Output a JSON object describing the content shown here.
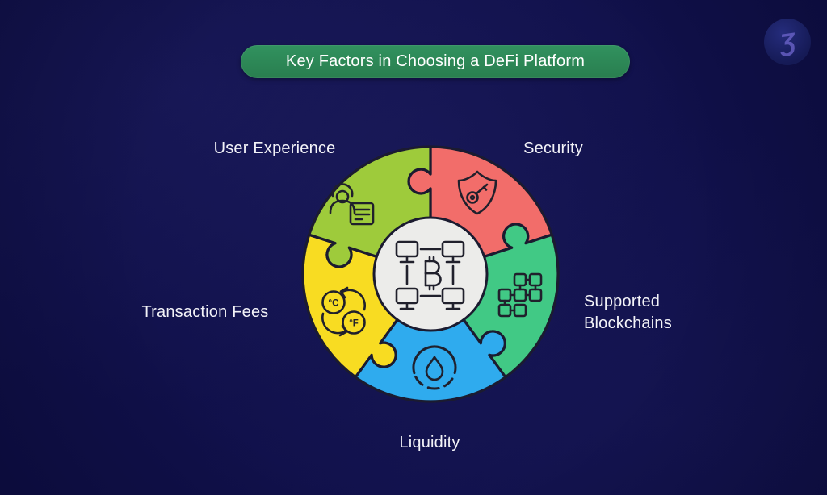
{
  "header": {
    "title": "Key Factors in Choosing a DeFi Platform"
  },
  "brand": {
    "glyph": "Ʒ"
  },
  "factors": [
    {
      "label": "User Experience",
      "color": "#9ECB3B",
      "icon": "user-profile-document"
    },
    {
      "label": "Security",
      "color": "#F26D6A",
      "icon": "shield-key"
    },
    {
      "label": "Supported Blockchains",
      "color": "#41C985",
      "icon": "linked-blocks"
    },
    {
      "label": "Liquidity",
      "color": "#2FABEE",
      "icon": "water-drop"
    },
    {
      "label": "Transaction Fees",
      "color": "#F8DC22",
      "icon": "unit-conversion"
    }
  ],
  "wheel": {
    "center_fill": "#ECECEA",
    "center_icon": "bitcoin-network",
    "center_symbol": "₿"
  },
  "transaction_icon": {
    "from": "°C",
    "to": "°F"
  },
  "theme": {
    "background": "#10104a",
    "outline": "#1b1b30",
    "icon-stroke": "#20202c",
    "title-text": "#ffffff",
    "label-text": "#f3f3f8",
    "logo-glyph": "#6a62c8"
  }
}
